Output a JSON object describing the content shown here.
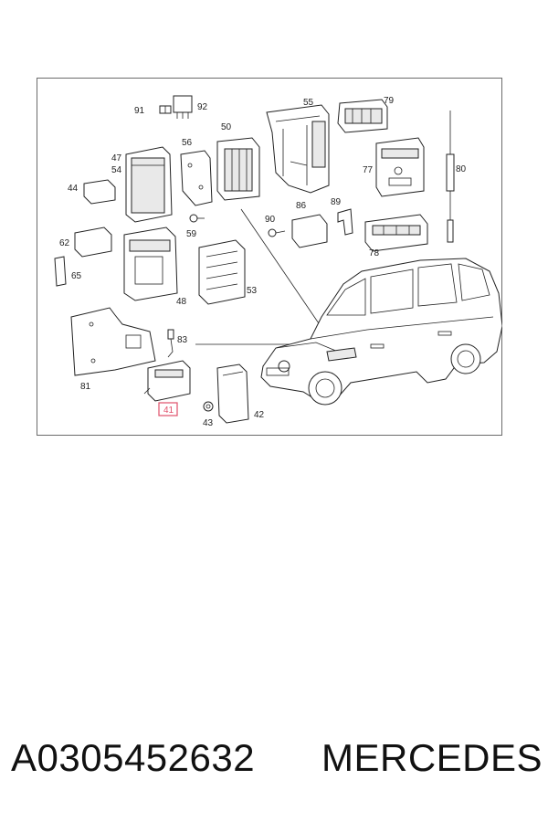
{
  "diagram": {
    "callouts": {
      "c91": "91",
      "c92": "92",
      "c55": "55",
      "c79": "79",
      "c50": "50",
      "c56": "56",
      "c47": "47",
      "c54": "54",
      "c77": "77",
      "c80": "80",
      "c44": "44",
      "c86": "86",
      "c89": "89",
      "c90": "90",
      "c59": "59",
      "c78": "78",
      "c62": "62",
      "c65": "65",
      "c48": "48",
      "c53": "53",
      "c83": "83",
      "c81": "81",
      "c41": "41",
      "c43": "43",
      "c42": "42"
    },
    "highlight_color": "#e0506a"
  },
  "footer": {
    "part_number": "A0305452632",
    "brand": "MERCEDES"
  }
}
